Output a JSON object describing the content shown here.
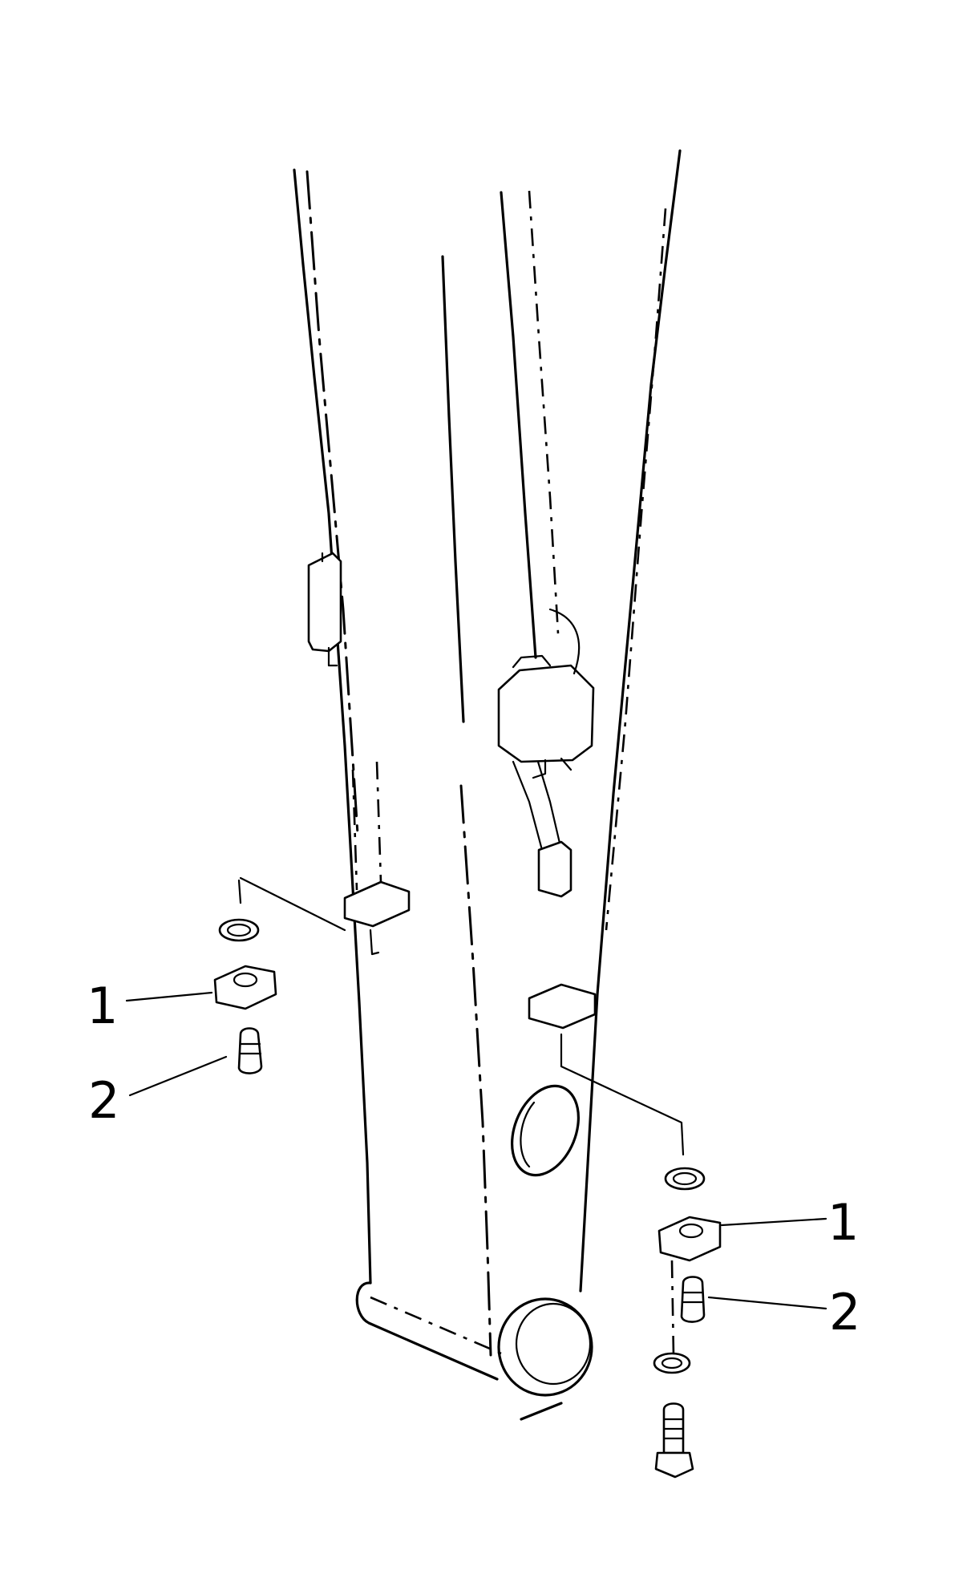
{
  "callouts": [
    {
      "id": "left-1",
      "label": "1"
    },
    {
      "id": "left-2",
      "label": "2"
    },
    {
      "id": "right-1",
      "label": "1"
    },
    {
      "id": "right-2",
      "label": "2"
    }
  ]
}
